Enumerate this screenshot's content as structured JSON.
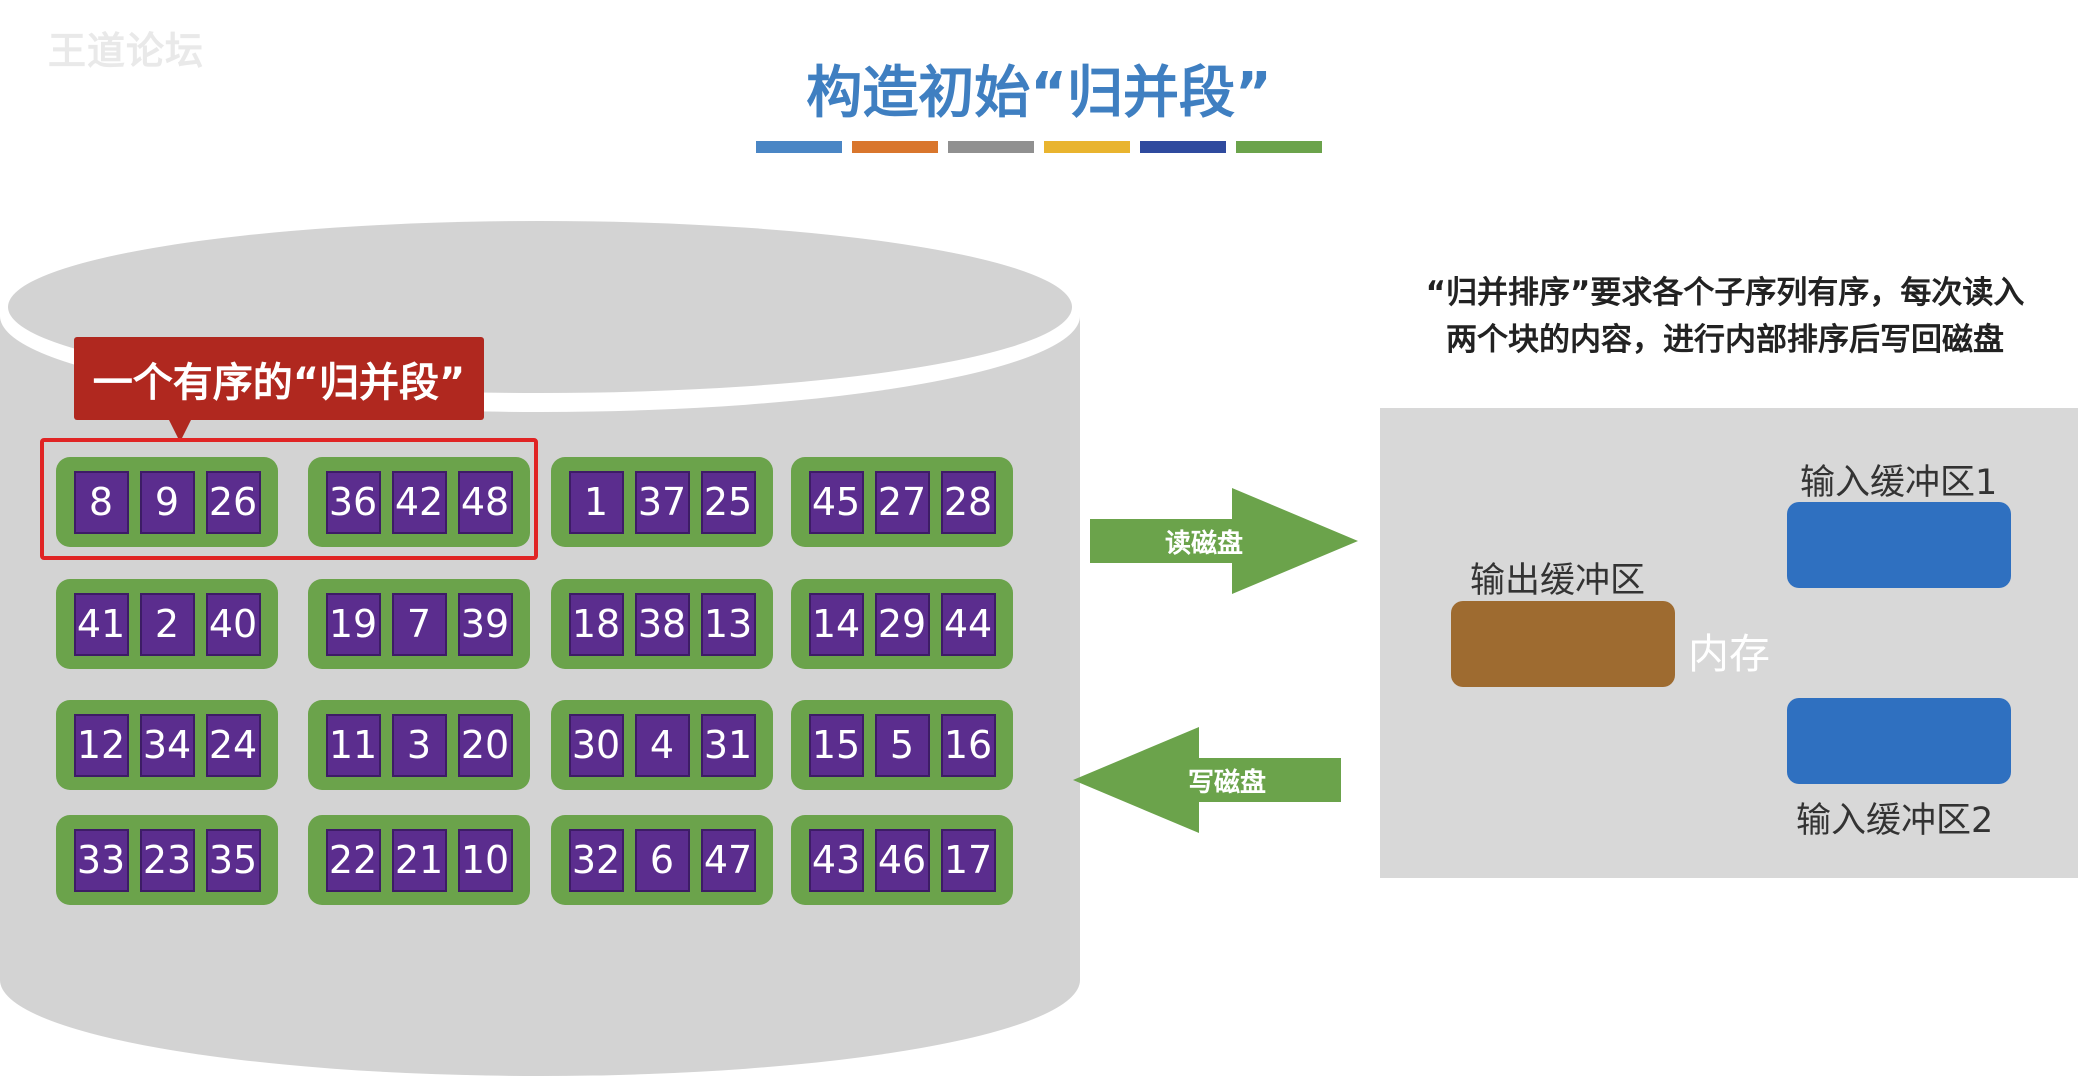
{
  "watermark": "王道论坛",
  "title": "构造初始“归并段”",
  "color_bar": [
    "#4a86c5",
    "#d9762d",
    "#909090",
    "#e9b42f",
    "#2f4a9e",
    "#6ba34b"
  ],
  "disk": {
    "tag": "一个有序的“归并段”",
    "blocks": [
      [
        8,
        9,
        26
      ],
      [
        36,
        42,
        48
      ],
      [
        1,
        37,
        25
      ],
      [
        45,
        27,
        28
      ],
      [
        41,
        2,
        40
      ],
      [
        19,
        7,
        39
      ],
      [
        18,
        38,
        13
      ],
      [
        14,
        29,
        44
      ],
      [
        12,
        34,
        24
      ],
      [
        11,
        3,
        20
      ],
      [
        30,
        4,
        31
      ],
      [
        15,
        5,
        16
      ],
      [
        33,
        23,
        35
      ],
      [
        22,
        21,
        10
      ],
      [
        32,
        6,
        47
      ],
      [
        43,
        46,
        17
      ]
    ]
  },
  "arrows": {
    "read": "读磁盘",
    "write": "写磁盘"
  },
  "note": {
    "line1": "“归并排序”要求各个子序列有序，每次读入",
    "line2": "两个块的内容，进行内部排序后写回磁盘"
  },
  "memory": {
    "label": "内存",
    "output_buffer": "输出缓冲区",
    "input_buffer_1": "输入缓冲区1",
    "input_buffer_2": "输入缓冲区2"
  },
  "colors": {
    "title": "#3f7fc1",
    "block": "#6ba34b",
    "cell": "#5b2d8e",
    "tag": "#b0281f",
    "disk": "#d3d3d3",
    "memory": "#d8d8d8",
    "output_buffer": "#9e6b30",
    "input_buffer": "#2f70c0",
    "arrow": "#6ba34b"
  }
}
